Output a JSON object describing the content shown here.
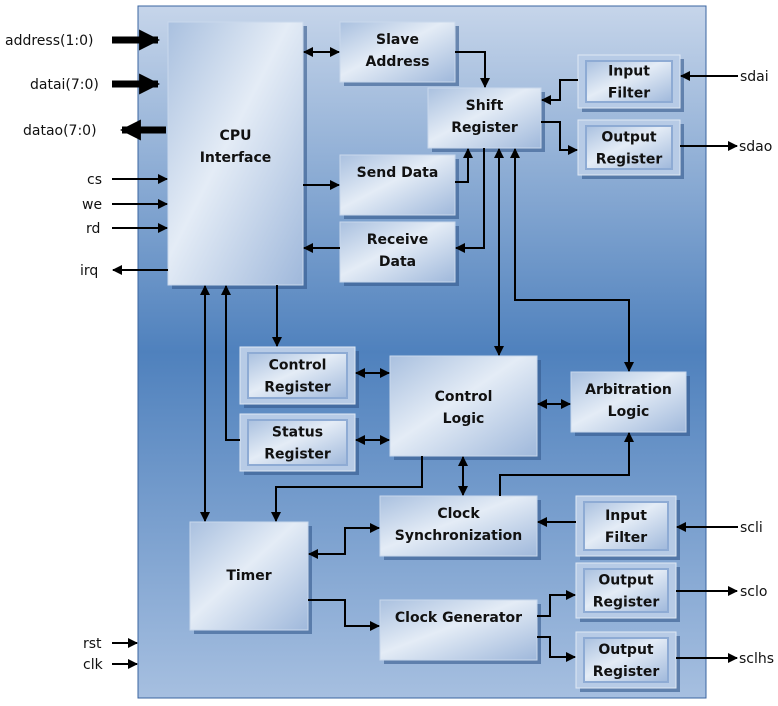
{
  "colors": {
    "background_top": "#c6d5ea",
    "background_mid": "#4f81bd",
    "background_bottom": "#a6bfe0",
    "block_light": "#e4ecf6",
    "block_dark": "#9fb8db",
    "line": "#000000"
  },
  "blocks": [
    {
      "id": "cpu",
      "lines": [
        "CPU",
        "Interface"
      ],
      "style": "plain"
    },
    {
      "id": "slave",
      "lines": [
        "Slave",
        "Address"
      ],
      "style": "plain"
    },
    {
      "id": "shift",
      "lines": [
        "Shift",
        "Register"
      ],
      "style": "plain"
    },
    {
      "id": "infilt1",
      "lines": [
        "Input",
        "Filter"
      ],
      "style": "register"
    },
    {
      "id": "outreg1",
      "lines": [
        "Output",
        "Register"
      ],
      "style": "register"
    },
    {
      "id": "send",
      "lines": [
        "Send Data"
      ],
      "style": "plain"
    },
    {
      "id": "recv",
      "lines": [
        "Receive",
        "Data"
      ],
      "style": "plain"
    },
    {
      "id": "ctrlreg",
      "lines": [
        "Control",
        "Register"
      ],
      "style": "register"
    },
    {
      "id": "statreg",
      "lines": [
        "Status",
        "Register"
      ],
      "style": "register"
    },
    {
      "id": "ctrllogic",
      "lines": [
        "Control",
        "Logic"
      ],
      "style": "plain"
    },
    {
      "id": "arb",
      "lines": [
        "Arbitration",
        "Logic"
      ],
      "style": "plain"
    },
    {
      "id": "clksync",
      "lines": [
        "Clock",
        "Synchronization"
      ],
      "style": "plain"
    },
    {
      "id": "infilt2",
      "lines": [
        "Input",
        "Filter"
      ],
      "style": "register"
    },
    {
      "id": "timer",
      "lines": [
        "Timer"
      ],
      "style": "plain"
    },
    {
      "id": "clkgen",
      "lines": [
        "Clock Generator"
      ],
      "style": "plain"
    },
    {
      "id": "outreg2",
      "lines": [
        "Output",
        "Register"
      ],
      "style": "register"
    },
    {
      "id": "outreg3",
      "lines": [
        "Output",
        "Register"
      ],
      "style": "register"
    }
  ],
  "signals": {
    "address": "address(1:0)",
    "datai": "datai(7:0)",
    "datao": "datao(7:0)",
    "cs": "cs",
    "we": "we",
    "rd": "rd",
    "irq": "irq",
    "rst": "rst",
    "clk": "clk",
    "sdai": "sdai",
    "sdao": "sdao",
    "scli": "scli",
    "sclo": "sclo",
    "sclhs": "sclhs"
  }
}
